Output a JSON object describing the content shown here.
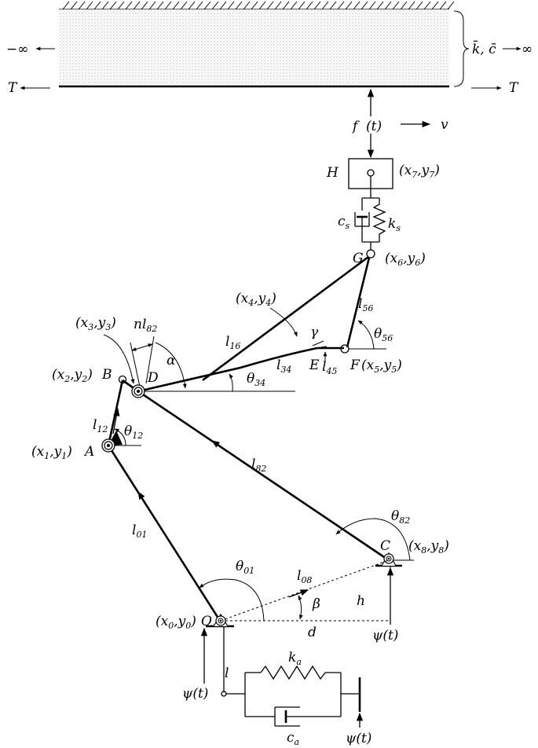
{
  "labels": {
    "minus_inf": "−∞",
    "plus_inf": "∞",
    "kc_bar": "k̄, c̄",
    "T_left": "T",
    "T_right": "T",
    "f": "f",
    "t_paren": "(t)",
    "v": "v",
    "H": "H",
    "x7y7": "(x",
    "cs": "c",
    "cs_sub": "s",
    "ks": "k",
    "ks_sub": "s",
    "G": "G",
    "x6y6": "(x",
    "x4y4": "(x",
    "x3y3": "(x",
    "x2y2": "(x",
    "x1y1": "(x",
    "x5y5": "(x",
    "x8y8": "(x",
    "x0y0": "(x",
    "nl": "nl",
    "nl_sub": "82",
    "alpha": "α",
    "gamma": "γ",
    "l16": "l",
    "l16_sub": "16",
    "l34": "l",
    "l34_sub": "34",
    "l45": "l",
    "l45_sub": "45",
    "l56": "l",
    "l56_sub": "56",
    "theta34": "θ",
    "theta34_sub": "34",
    "theta56": "θ",
    "theta56_sub": "56",
    "B": "B",
    "D": "D",
    "E": "E",
    "F": "F",
    "A": "A",
    "C": "C",
    "O": "O",
    "l12": "l",
    "l12_sub": "12",
    "theta12": "θ",
    "theta12_sub": "12",
    "l82": "l",
    "l82_sub": "82",
    "theta82": "θ",
    "theta82_sub": "82",
    "l01": "l",
    "l01_sub": "01",
    "theta01": "θ",
    "theta01_sub": "01",
    "l08": "l",
    "l08_sub": "08",
    "beta": "β",
    "h": "h",
    "d": "d",
    "psi": "ψ",
    "l": "l",
    "ka": "k",
    "ka_sub": "a",
    "ca": "c",
    "ca_sub": "a"
  }
}
